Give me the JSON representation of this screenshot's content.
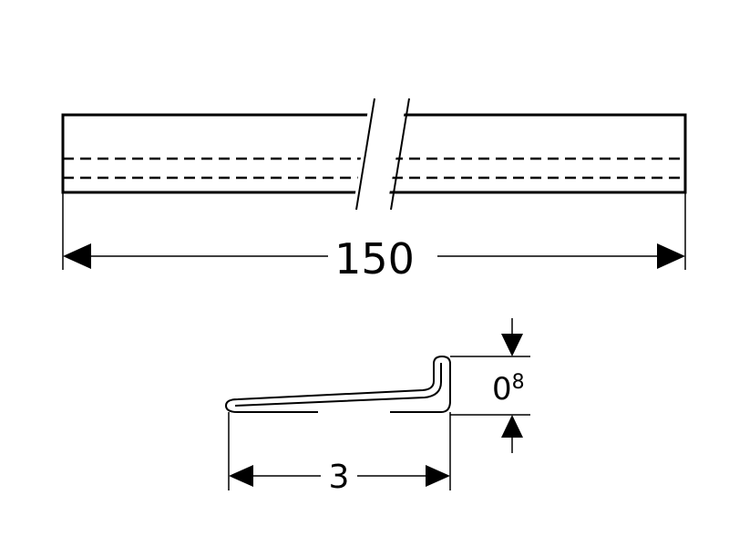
{
  "dimensions": {
    "length": "150",
    "width": "3",
    "thickness_main": "0",
    "thickness_sup": "8"
  },
  "colors": {
    "stroke": "#000000",
    "background": "#ffffff"
  }
}
